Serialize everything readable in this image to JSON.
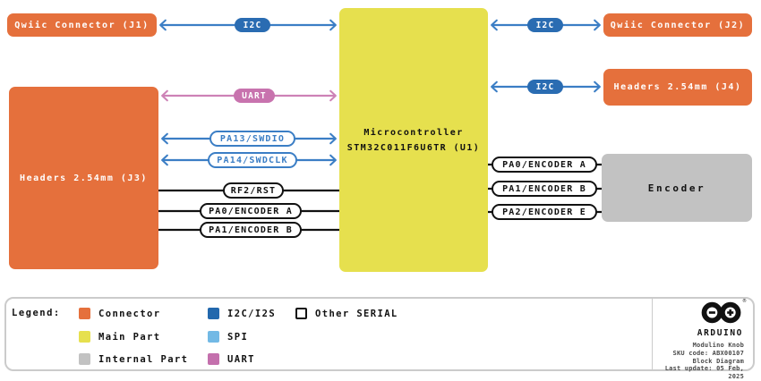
{
  "diagram": {
    "blocks": {
      "j1": {
        "label": "Qwiic Connector (J1)"
      },
      "j2": {
        "label": "Qwiic Connector (J2)"
      },
      "j3": {
        "label": "Headers 2.54mm (J3)"
      },
      "j4": {
        "label": "Headers 2.54mm (J4)"
      },
      "mcu": {
        "label_line1": "Microcontroller",
        "label_line2": "STM32C011F6U6TR (U1)"
      },
      "encoder": {
        "label": "Encoder"
      }
    },
    "connections": {
      "i2c_j1": "I2C",
      "i2c_j2": "I2C",
      "i2c_j4": "I2C",
      "uart": "UART",
      "swdio": "PA13/SWDIO",
      "swdclk": "PA14/SWDCLK",
      "rst": "RF2/RST",
      "enc_a_left": "PA0/ENCODER A",
      "enc_b_left": "PA1/ENCODER B",
      "enc_a_right": "PA0/ENCODER A",
      "enc_b_right": "PA1/ENCODER B",
      "enc_e_right": "PA2/ENCODER E"
    }
  },
  "legend": {
    "title": "Legend:",
    "items": [
      {
        "label": "Connector",
        "color": "#e5703c"
      },
      {
        "label": "Main Part",
        "color": "#e6e04e"
      },
      {
        "label": "Internal Part",
        "color": "#c2c2c2"
      },
      {
        "label": "I2C/I2S",
        "color": "#2268ad"
      },
      {
        "label": "SPI",
        "color": "#72b9e5"
      },
      {
        "label": "UART",
        "color": "#c470ad"
      },
      {
        "label": "Other SERIAL",
        "color": "#ffffff"
      }
    ]
  },
  "branding": {
    "logo": "arduino-infinity-logo",
    "registered": "®",
    "name": "ARDUINO",
    "product": "Modulino Knob",
    "sku": "SKU code: ABX00107",
    "doc_type": "Block Diagram",
    "last_update": "Last update: 05 Feb, 2025"
  },
  "palette": {
    "block_orange": "#e5703c",
    "block_yellow": "#e6e04e",
    "block_gray": "#c2c2c2",
    "wire_blue": "#3b7ec5",
    "wire_pink": "#cd82b6",
    "wire_black": "#111111",
    "pill_blue_fill": "#2a6cb2",
    "pill_pink_fill": "#c873ae"
  }
}
